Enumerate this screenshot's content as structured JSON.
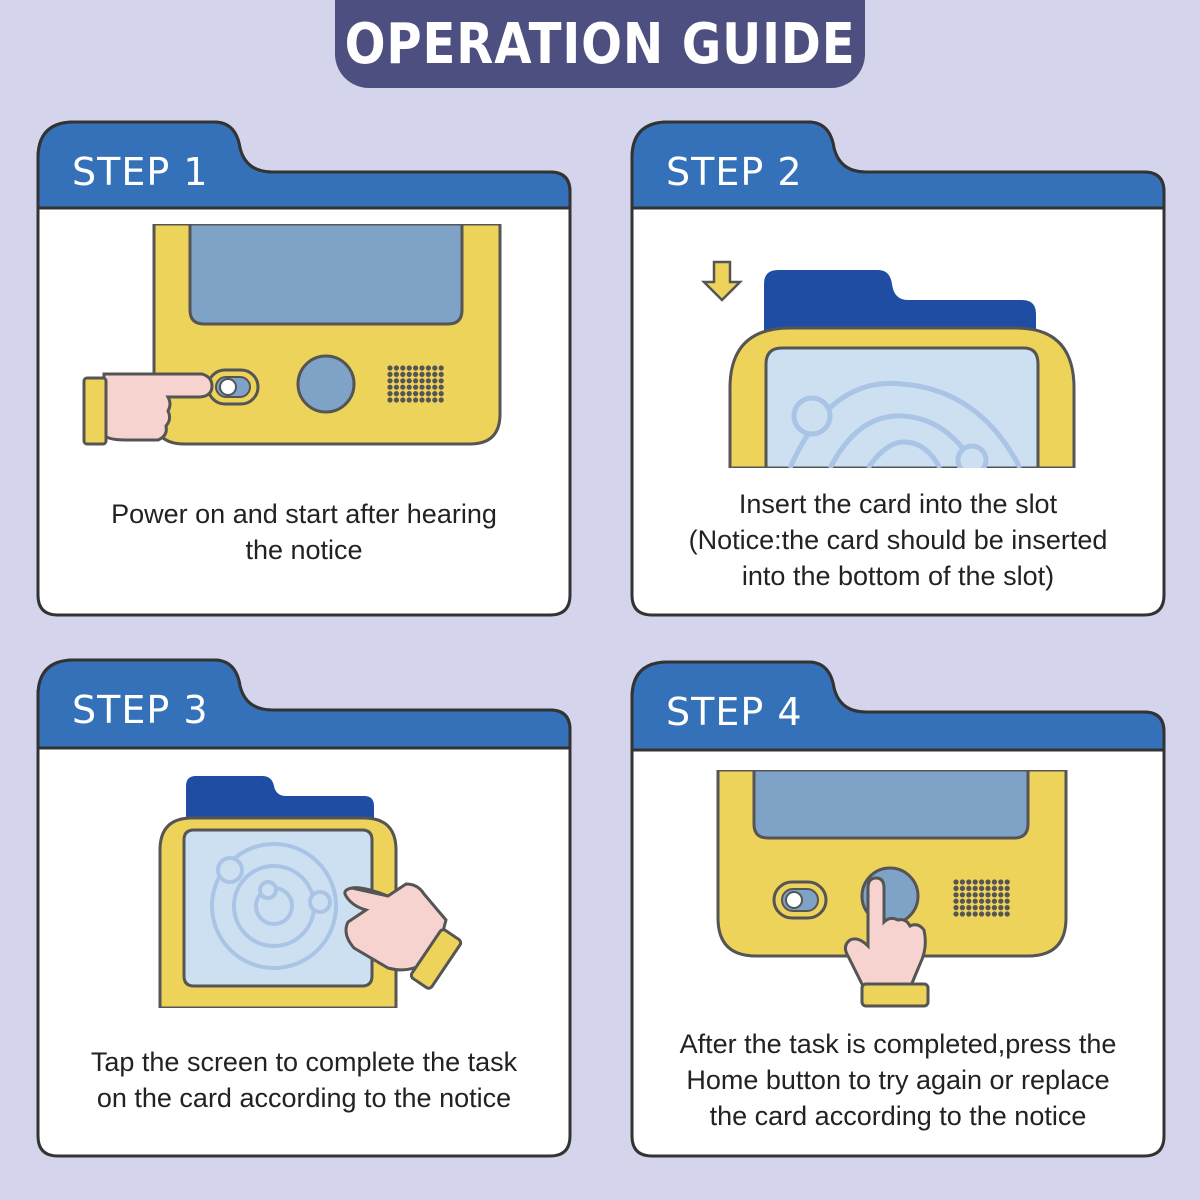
{
  "header": {
    "title": "OPERATION GUIDE"
  },
  "colors": {
    "background": "#d4d4ec",
    "banner": "#4d4f80",
    "tab_blue": "#3571b9",
    "device_yellow": "#eed35a",
    "screen_blue": "#7ea3c6",
    "card_dark_blue": "#1f4da3",
    "skin": "#f7d3cf",
    "outline": "#4a4a4a"
  },
  "steps": [
    {
      "label": "STEP 1",
      "lines": [
        "Power on and start after hearing",
        "the notice"
      ]
    },
    {
      "label": "STEP 2",
      "lines": [
        "Insert the card into the slot",
        "(Notice:the card should be inserted",
        "into the bottom of the slot)"
      ]
    },
    {
      "label": "STEP 3",
      "lines": [
        "Tap the screen to complete the task",
        "on the card according to the notice"
      ]
    },
    {
      "label": "STEP 4",
      "lines": [
        "After the task is completed,press the",
        "Home button to try again or replace",
        "the card according to the notice"
      ]
    }
  ]
}
